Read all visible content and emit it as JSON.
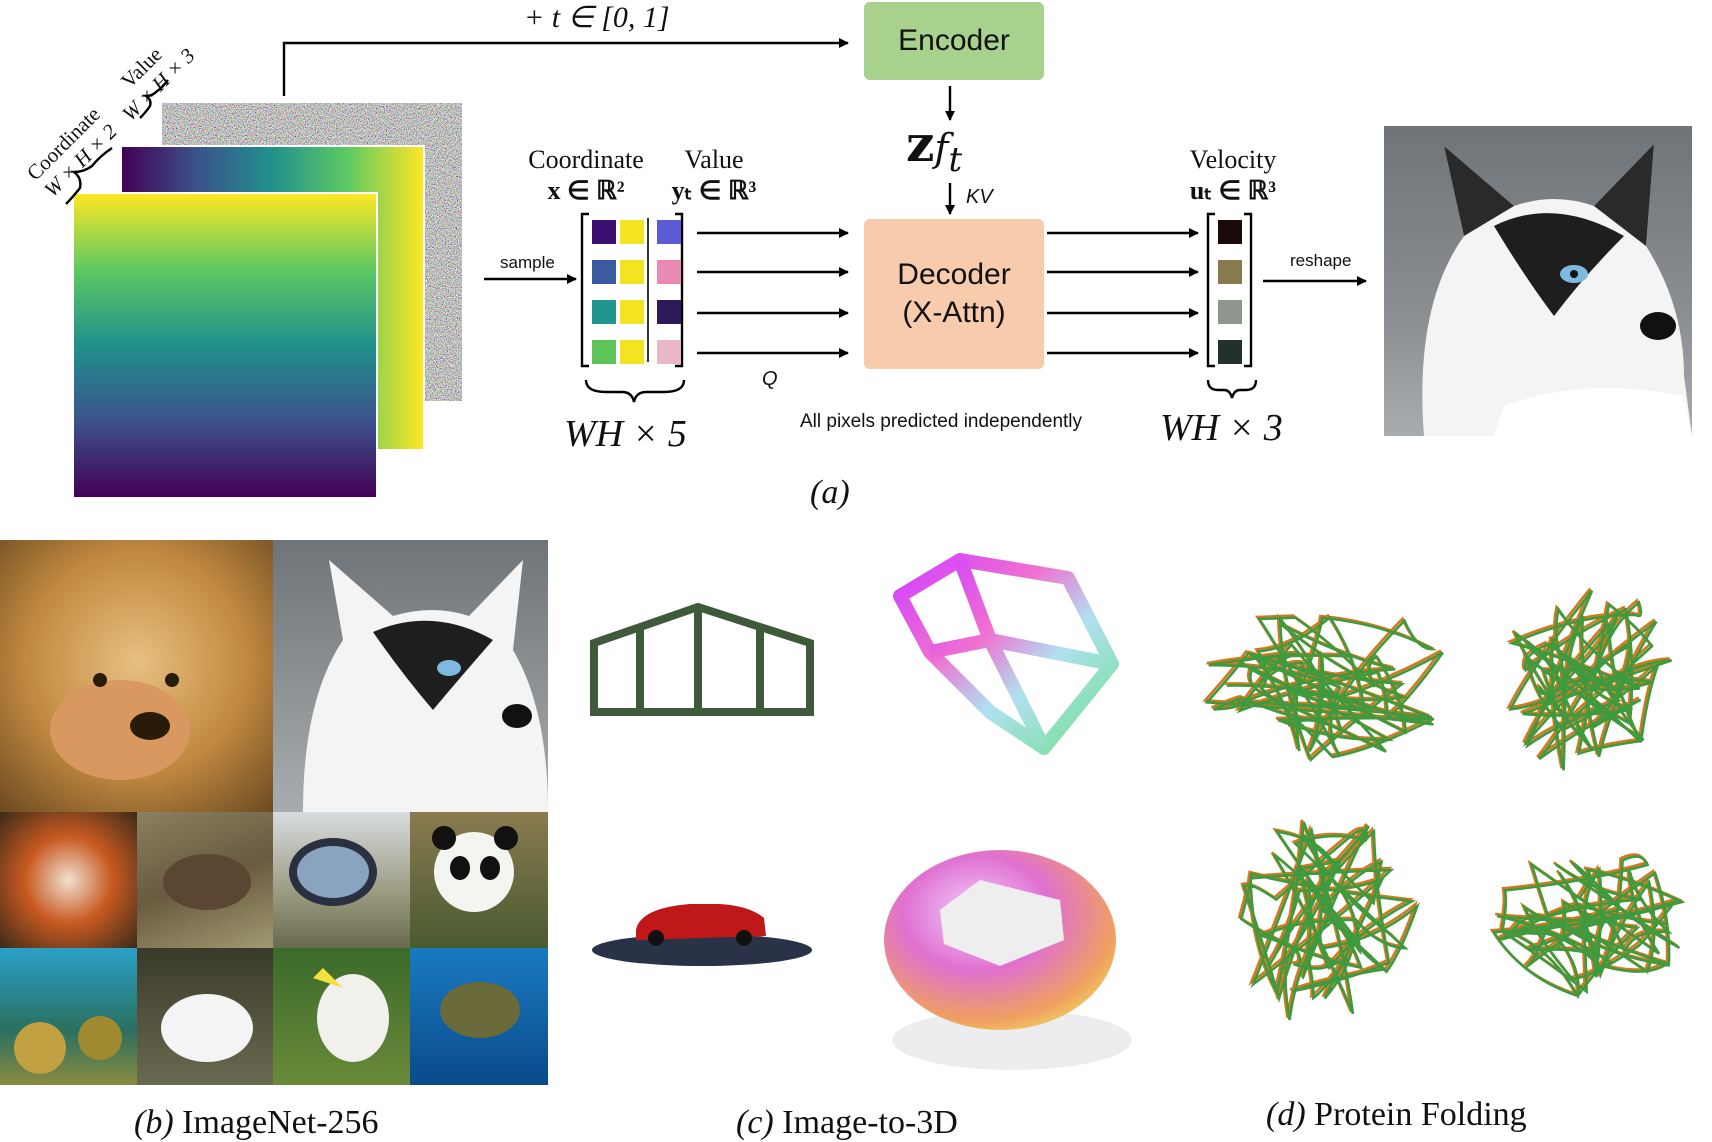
{
  "figure_a": {
    "encoder_input_label": "+ t ∈ [0, 1]",
    "encoder_label": "Encoder",
    "decoder_line1": "Decoder",
    "decoder_line2": "(X-Attn)",
    "latent_label_z": "z",
    "latent_label_sub": "f",
    "latent_label_subsub": "t",
    "kv_label": "KV",
    "q_label": "Q",
    "sample_label": "sample",
    "reshape_label": "reshape",
    "coordinate_header": "Coordinate",
    "coordinate_expr": "x ∈ ℝ²",
    "value_header": "Value",
    "value_expr": "yₜ ∈ ℝ³",
    "velocity_header": "Velocity",
    "velocity_expr": "uₜ ∈ ℝ³",
    "input_dim_label": "WH × 5",
    "output_dim_label": "WH × 3",
    "independent_note": "All pixels predicted independently",
    "stack_coordinate_label": "Coordinate",
    "stack_coordinate_dim": "W × H × 2",
    "stack_value_label": "Value",
    "stack_value_dim": "W × H × 3",
    "caption": "(a)",
    "input_rows": [
      {
        "coord": [
          "#3b0f6f",
          "#f4e31f"
        ],
        "value": "#5b5bd6"
      },
      {
        "coord": [
          "#3b5aa0",
          "#f4e31f"
        ],
        "value": "#e88ab4"
      },
      {
        "coord": [
          "#21968c",
          "#f4e31f"
        ],
        "value": "#2c1a5a"
      },
      {
        "coord": [
          "#5ec45a",
          "#f4e31f"
        ],
        "value": "#e8b8c8"
      }
    ],
    "output_colors": [
      "#1c0a0a",
      "#8a7a50",
      "#8e968e",
      "#23302c"
    ]
  },
  "figure_b": {
    "caption_letter": "(b)",
    "caption_text": "ImageNet-256"
  },
  "figure_c": {
    "caption_letter": "(c)",
    "caption_text": "Image-to-3D"
  },
  "figure_d": {
    "caption_letter": "(d)",
    "caption_text": "Protein Folding"
  },
  "colors": {
    "encoder": "#a9d18e",
    "decoder": "#f8cbad",
    "protein_green": "#3e9a3e",
    "protein_orange": "#d2781e"
  }
}
